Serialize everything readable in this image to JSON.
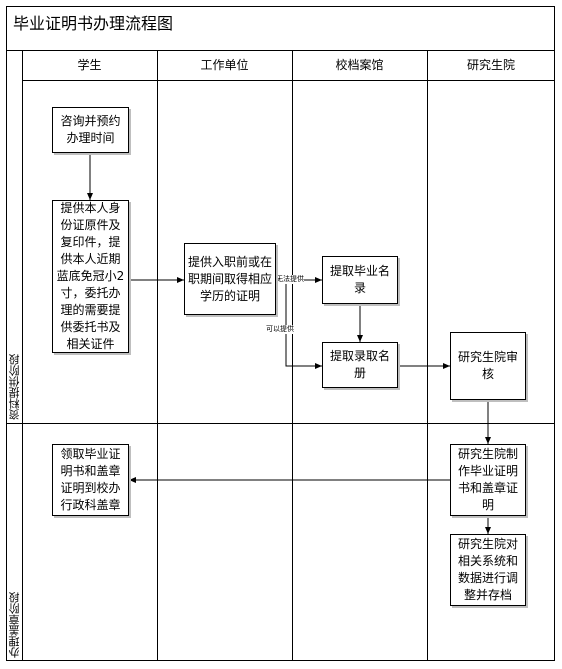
{
  "title": "毕业证明书办理流程图",
  "lanes": [
    "学生",
    "工作单位",
    "校档案馆",
    "研究生院"
  ],
  "phases": [
    "资料提供阶段",
    "办理盖章阶段"
  ],
  "nodes": {
    "consult": "咨询并预约办理时间",
    "provide_id": "提供本人身份证原件及复印件，提供本人近期蓝底免冠小2寸，委托办理的需要提供委托书及相关证件",
    "employer_proof": "提供入职前或在职期间取得相应学历的证明",
    "grad_list": "提取毕业名录",
    "admission_list": "提取录取名册",
    "gs_review": "研究生院审核",
    "gs_make": "研究生院制作毕业证明书和盖章证明",
    "collect": "领取毕业证明书和盖章证明到校办行政科盖章",
    "gs_archive": "研究生院对相关系统和数据进行调整并存档"
  },
  "edge_labels": {
    "unable": "无法提供",
    "able": "可以提供"
  }
}
